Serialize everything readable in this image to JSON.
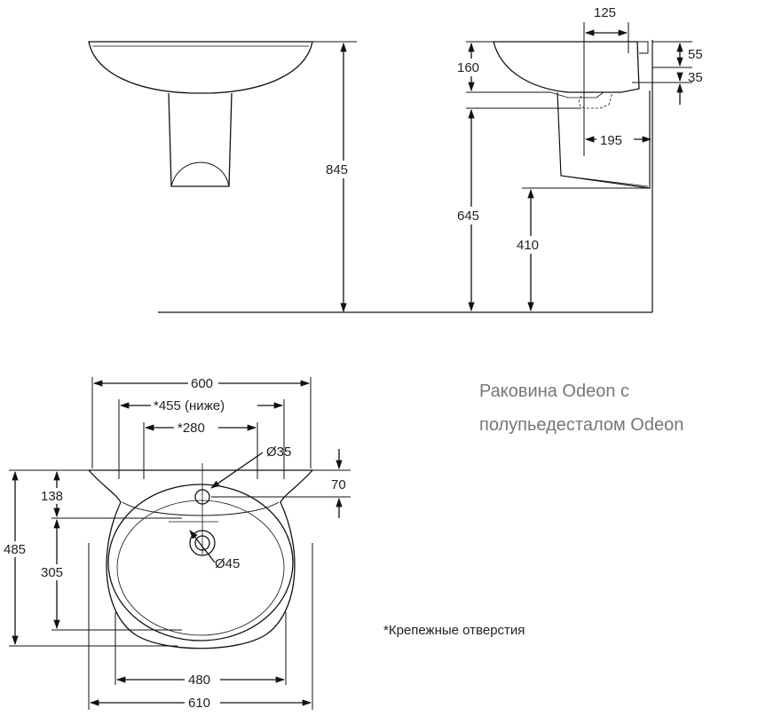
{
  "caption": {
    "line1": "Раковина Odeon с",
    "line2": "полупьедесталом Odeon"
  },
  "note": "*Крепежные отверстия",
  "dimensions": {
    "d845": "845",
    "d125": "125",
    "d160": "160",
    "d55": "55",
    "d35": "35",
    "d195": "195",
    "d645": "645",
    "d410": "410",
    "d600": "600",
    "d455": "*455 (ниже)",
    "d280": "*280",
    "dia35": "Ø35",
    "d70": "70",
    "d138": "138",
    "d485": "485",
    "d305": "305",
    "dia45": "Ø45",
    "d480": "480",
    "d610": "610"
  }
}
